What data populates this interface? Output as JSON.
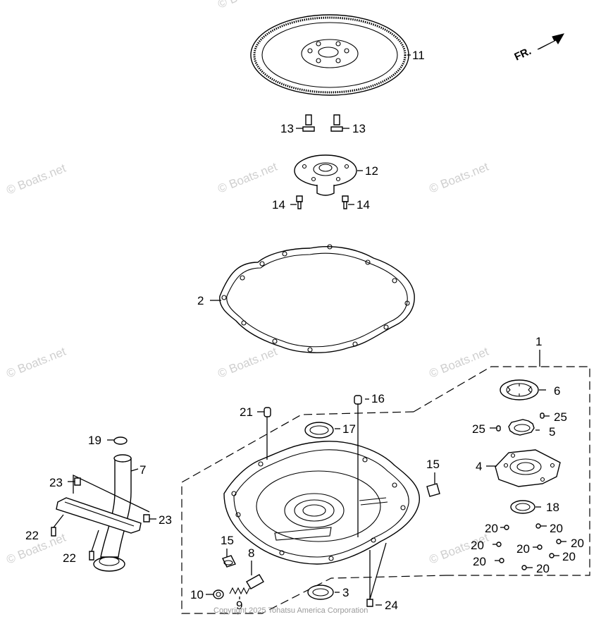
{
  "watermark": "© Boats.net",
  "copyright": "Copyright 2025 Tohatsu America Corporation",
  "direction_label": "FR.",
  "callouts": {
    "c1": "1",
    "c2": "2",
    "c3": "3",
    "c4": "4",
    "c5": "5",
    "c6": "6",
    "c7": "7",
    "c8": "8",
    "c9": "9",
    "c10": "10",
    "c11": "11",
    "c12": "12",
    "c13a": "13",
    "c13b": "13",
    "c14a": "14",
    "c14b": "14",
    "c15a": "15",
    "c15b": "15",
    "c16": "16",
    "c17": "17",
    "c18": "18",
    "c19": "19",
    "c20a": "20",
    "c20b": "20",
    "c20c": "20",
    "c20d": "20",
    "c20e": "20",
    "c20f": "20",
    "c20g": "20",
    "c20h": "20",
    "c21": "21",
    "c22a": "22",
    "c22b": "22",
    "c23a": "23",
    "c23b": "23",
    "c24": "24",
    "c25a": "25",
    "c25b": "25"
  }
}
